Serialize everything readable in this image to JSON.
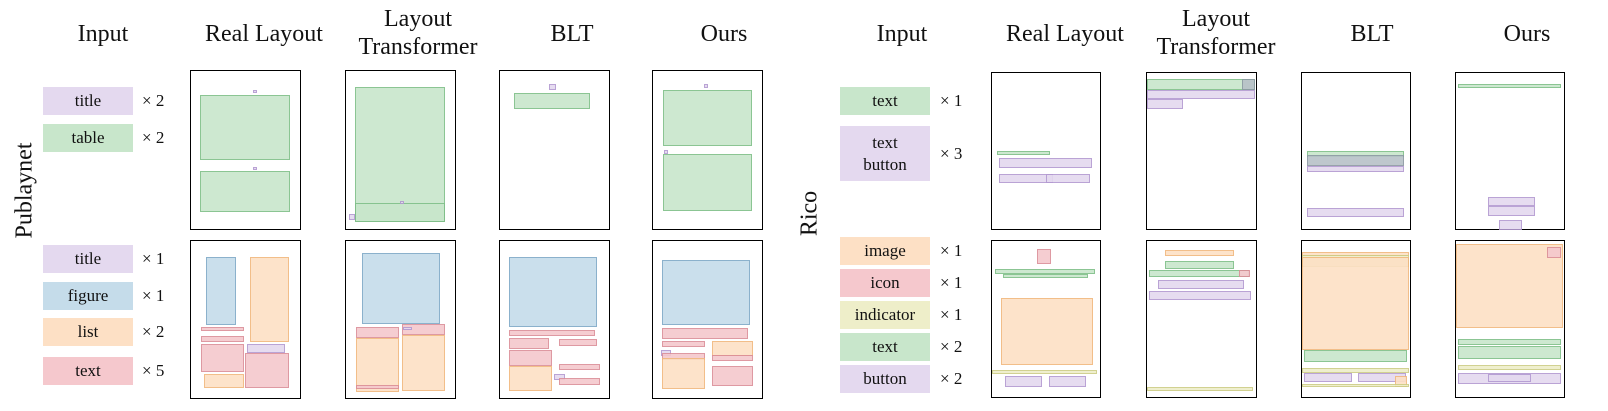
{
  "colors": {
    "title": {
      "fill": "#e4d9ef",
      "stroke": "#b39ad1"
    },
    "table": {
      "fill": "#c8e6cb",
      "stroke": "#7fbf88"
    },
    "figure": {
      "fill": "#c5dcea",
      "stroke": "#7fa9c7"
    },
    "list": {
      "fill": "#fde0c5",
      "stroke": "#f1b77d"
    },
    "text_pub": {
      "fill": "#f5c8cd",
      "stroke": "#db8e98"
    },
    "text_rico": {
      "fill": "#c8e6cb",
      "stroke": "#7fbf88"
    },
    "button": {
      "fill": "#e4d9ef",
      "stroke": "#b39ad1"
    },
    "image": {
      "fill": "#fde0c5",
      "stroke": "#f1b77d"
    },
    "icon": {
      "fill": "#f5c8cd",
      "stroke": "#db8e98"
    },
    "indicator": {
      "fill": "#eeeec9",
      "stroke": "#cdcd86"
    },
    "gray": {
      "fill": "#b7c1c8",
      "stroke": "#8c99a3"
    }
  },
  "left": {
    "dataset": "Publaynet",
    "headers": [
      "Input",
      "Real Layout",
      "Layout Transformer",
      "BLT",
      "Ours"
    ],
    "rows": [
      {
        "inputs": [
          {
            "label": "title",
            "count": "× 2",
            "cat": "title"
          },
          {
            "label": "table",
            "count": "× 2",
            "cat": "table"
          }
        ],
        "panels": [
          [
            [
              "title",
              0.57,
              0.12,
              0.04,
              0.02
            ],
            [
              "table",
              0.08,
              0.15,
              0.84,
              0.42
            ],
            [
              "title",
              0.57,
              0.61,
              0.04,
              0.02
            ],
            [
              "table",
              0.08,
              0.64,
              0.84,
              0.26
            ]
          ],
          [
            [
              "table",
              0.08,
              0.1,
              0.84,
              0.86
            ],
            [
              "table",
              0.08,
              0.84,
              0.84,
              0.12
            ],
            [
              "title",
              0.5,
              0.83,
              0.04,
              0.02
            ],
            [
              "title",
              0.03,
              0.91,
              0.05,
              0.04
            ]
          ],
          [
            [
              "title",
              0.45,
              0.08,
              0.07,
              0.04
            ],
            [
              "table",
              0.13,
              0.14,
              0.7,
              0.1
            ]
          ],
          [
            [
              "title",
              0.47,
              0.08,
              0.04,
              0.03
            ],
            [
              "table",
              0.09,
              0.12,
              0.83,
              0.36
            ],
            [
              "title",
              0.1,
              0.5,
              0.04,
              0.03
            ],
            [
              "table",
              0.09,
              0.53,
              0.83,
              0.36
            ]
          ]
        ]
      },
      {
        "inputs": [
          {
            "label": "title",
            "count": "× 1",
            "cat": "title"
          },
          {
            "label": "figure",
            "count": "× 1",
            "cat": "figure"
          },
          {
            "label": "list",
            "count": "× 2",
            "cat": "list"
          },
          {
            "label": "text",
            "count": "× 5",
            "cat": "text_pub"
          }
        ],
        "panels": [
          [
            [
              "figure",
              0.14,
              0.1,
              0.28,
              0.44
            ],
            [
              "list",
              0.55,
              0.1,
              0.36,
              0.55
            ],
            [
              "text_pub",
              0.09,
              0.55,
              0.4,
              0.03
            ],
            [
              "text_pub",
              0.09,
              0.61,
              0.4,
              0.04
            ],
            [
              "text_pub",
              0.09,
              0.66,
              0.4,
              0.18
            ],
            [
              "title",
              0.52,
              0.66,
              0.35,
              0.06
            ],
            [
              "text_pub",
              0.5,
              0.72,
              0.41,
              0.22
            ],
            [
              "list",
              0.12,
              0.85,
              0.37,
              0.09
            ]
          ],
          [
            [
              "figure",
              0.15,
              0.08,
              0.72,
              0.45
            ],
            [
              "text_pub",
              0.09,
              0.55,
              0.4,
              0.07
            ],
            [
              "text_pub",
              0.52,
              0.53,
              0.4,
              0.07
            ],
            [
              "title",
              0.53,
              0.55,
              0.08,
              0.02
            ],
            [
              "list",
              0.09,
              0.62,
              0.4,
              0.35
            ],
            [
              "list",
              0.52,
              0.6,
              0.4,
              0.36
            ],
            [
              "text_pub",
              0.09,
              0.92,
              0.4,
              0.03
            ]
          ],
          [
            [
              "figure",
              0.08,
              0.1,
              0.82,
              0.45
            ],
            [
              "text_pub",
              0.08,
              0.57,
              0.8,
              0.04
            ],
            [
              "text_pub",
              0.08,
              0.62,
              0.37,
              0.07
            ],
            [
              "text_pub",
              0.55,
              0.63,
              0.35,
              0.04
            ],
            [
              "text_pub",
              0.08,
              0.7,
              0.4,
              0.1
            ],
            [
              "text_pub",
              0.55,
              0.79,
              0.38,
              0.04
            ],
            [
              "list",
              0.08,
              0.8,
              0.4,
              0.16
            ],
            [
              "title",
              0.5,
              0.85,
              0.1,
              0.04
            ],
            [
              "text_pub",
              0.55,
              0.88,
              0.38,
              0.04
            ]
          ],
          [
            [
              "figure",
              0.08,
              0.12,
              0.82,
              0.42
            ],
            [
              "text_pub",
              0.08,
              0.56,
              0.8,
              0.07
            ],
            [
              "text_pub",
              0.08,
              0.64,
              0.4,
              0.04
            ],
            [
              "list",
              0.55,
              0.64,
              0.38,
              0.1
            ],
            [
              "title",
              0.07,
              0.7,
              0.1,
              0.04
            ],
            [
              "text_pub",
              0.08,
              0.72,
              0.4,
              0.04
            ],
            [
              "text_pub",
              0.55,
              0.73,
              0.38,
              0.04
            ],
            [
              "list",
              0.08,
              0.75,
              0.4,
              0.2
            ],
            [
              "text_pub",
              0.55,
              0.8,
              0.38,
              0.13
            ]
          ]
        ]
      }
    ]
  },
  "right": {
    "dataset": "Rico",
    "headers": [
      "Input",
      "Real Layout",
      "Layout Transformer",
      "BLT",
      "Ours"
    ],
    "rows": [
      {
        "inputs": [
          {
            "label": "text",
            "count": "× 1",
            "cat": "text_rico"
          },
          {
            "label": "text button",
            "count": "× 3",
            "cat": "button"
          }
        ],
        "panels": [
          [
            [
              "text_rico",
              0.05,
              0.5,
              0.49,
              0.03
            ],
            [
              "button",
              0.07,
              0.55,
              0.86,
              0.06
            ],
            [
              "button",
              0.07,
              0.65,
              0.5,
              0.06
            ],
            [
              "button",
              0.5,
              0.65,
              0.42,
              0.06
            ]
          ],
          [
            [
              "text_rico",
              0.0,
              0.04,
              1.0,
              0.07
            ],
            [
              "gray",
              0.88,
              0.04,
              0.12,
              0.07
            ],
            [
              "button",
              0.0,
              0.11,
              1.0,
              0.06
            ],
            [
              "button",
              0.0,
              0.17,
              0.33,
              0.06
            ]
          ],
          [
            [
              "text_rico",
              0.05,
              0.5,
              0.9,
              0.04
            ],
            [
              "gray",
              0.05,
              0.53,
              0.9,
              0.07
            ],
            [
              "button",
              0.05,
              0.6,
              0.9,
              0.04
            ],
            [
              "button",
              0.05,
              0.87,
              0.9,
              0.06
            ]
          ],
          [
            [
              "text_rico",
              0.02,
              0.07,
              0.96,
              0.03
            ],
            [
              "button",
              0.3,
              0.8,
              0.44,
              0.06
            ],
            [
              "button",
              0.3,
              0.86,
              0.44,
              0.06
            ],
            [
              "button",
              0.4,
              0.95,
              0.22,
              0.06
            ]
          ]
        ]
      },
      {
        "inputs": [
          {
            "label": "image",
            "count": "× 1",
            "cat": "image"
          },
          {
            "label": "icon",
            "count": "× 1",
            "cat": "icon"
          },
          {
            "label": "indicator",
            "count": "× 1",
            "cat": "indicator"
          },
          {
            "label": "text",
            "count": "× 2",
            "cat": "text_rico"
          },
          {
            "label": "button",
            "count": "× 2",
            "cat": "button"
          }
        ],
        "panels": [
          [
            [
              "icon",
              0.42,
              0.05,
              0.13,
              0.1
            ],
            [
              "text_rico",
              0.03,
              0.18,
              0.93,
              0.03
            ],
            [
              "text_rico",
              0.1,
              0.21,
              0.8,
              0.03
            ],
            [
              "image",
              0.08,
              0.37,
              0.86,
              0.43
            ],
            [
              "indicator",
              0.0,
              0.83,
              0.98,
              0.03
            ],
            [
              "button",
              0.12,
              0.87,
              0.35,
              0.07
            ],
            [
              "button",
              0.53,
              0.87,
              0.35,
              0.07
            ]
          ],
          [
            [
              "list",
              0.17,
              0.06,
              0.64,
              0.04
            ],
            [
              "text_rico",
              0.17,
              0.13,
              0.64,
              0.05
            ],
            [
              "text_rico",
              0.02,
              0.19,
              0.92,
              0.04
            ],
            [
              "icon",
              0.85,
              0.19,
              0.1,
              0.04
            ],
            [
              "button",
              0.1,
              0.25,
              0.8,
              0.06
            ],
            [
              "button",
              0.02,
              0.32,
              0.94,
              0.06
            ],
            [
              "indicator",
              0.0,
              0.94,
              0.98,
              0.03
            ]
          ],
          [
            [
              "list",
              0.0,
              0.07,
              1.0,
              0.03
            ],
            [
              "indicator",
              0.0,
              0.09,
              1.0,
              0.08
            ],
            [
              "list",
              0.0,
              0.1,
              1.0,
              0.6
            ],
            [
              "text_rico",
              0.02,
              0.7,
              0.96,
              0.08
            ],
            [
              "indicator",
              0.0,
              0.82,
              1.0,
              0.03
            ],
            [
              "button",
              0.02,
              0.85,
              0.45,
              0.06
            ],
            [
              "button",
              0.52,
              0.85,
              0.45,
              0.06
            ],
            [
              "list",
              0.87,
              0.87,
              0.11,
              0.07
            ],
            [
              "indicator",
              0.0,
              0.92,
              1.0,
              0.02
            ]
          ],
          [
            [
              "image",
              0.0,
              0.02,
              1.0,
              0.54
            ],
            [
              "icon",
              0.85,
              0.04,
              0.13,
              0.07
            ],
            [
              "text_rico",
              0.02,
              0.63,
              0.96,
              0.04
            ],
            [
              "text_rico",
              0.02,
              0.68,
              0.96,
              0.08
            ],
            [
              "indicator",
              0.02,
              0.8,
              0.96,
              0.03
            ],
            [
              "button",
              0.02,
              0.85,
              0.96,
              0.07
            ],
            [
              "title",
              0.3,
              0.86,
              0.4,
              0.05
            ]
          ]
        ]
      }
    ]
  }
}
